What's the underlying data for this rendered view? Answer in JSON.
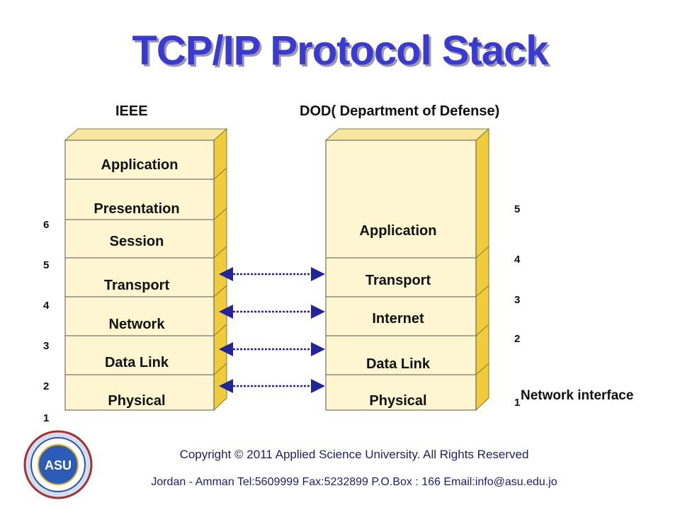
{
  "title": "TCP/IP Protocol Stack",
  "headers": {
    "left": "IEEE",
    "right": "DOD( Department of Defense)"
  },
  "ieee_layers": [
    "Application",
    "Presentation",
    "Session",
    "Transport",
    "Network",
    "Data Link",
    "Physical"
  ],
  "dod_layers": [
    "Application",
    "Transport",
    "Internet",
    "Data Link",
    "Physical"
  ],
  "left_numbers": [
    "6",
    "5",
    "4",
    "3",
    "2",
    "1"
  ],
  "right_numbers": [
    "5",
    "4",
    "3",
    "2",
    "1"
  ],
  "network_interface": "Network interface",
  "footer": {
    "copyright": "Copyright © 2011 Applied Science University. All Rights Reserved",
    "contact": "Jordan - Amman Tel:5609999 Fax:5232899 P.O.Box : 166   Email:info@asu.edu.jo"
  },
  "logo": {
    "text": "ASU"
  },
  "colors": {
    "title": "#3a3ad0",
    "box_face": "#fdf6d0",
    "box_side": "#f0cc3c",
    "box_top": "#f7e7a0",
    "arrow": "#23239a"
  }
}
